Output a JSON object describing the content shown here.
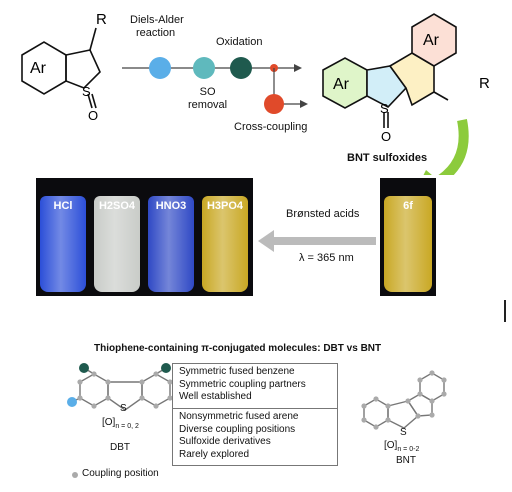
{
  "top": {
    "scheme_steps": {
      "diels_alder_line1": "Diels-Alder",
      "diels_alder_line2": "reaction",
      "oxidation": "Oxidation",
      "so_removal_line1": "SO",
      "so_removal_line2": "removal",
      "cross_coupling": "Cross-coupling"
    },
    "reactant": {
      "ring_label": "Ar",
      "substituent": "R",
      "heteroatom": "S",
      "oxo": "O"
    },
    "product": {
      "ring_label_1": "Ar",
      "ring_label_2": "Ar",
      "substituent": "R",
      "heteroatom": "S",
      "oxo": "O",
      "caption": "BNT sulfoxides"
    },
    "dot_colors": [
      "#5aaee8",
      "#5fb9bd",
      "#1f5a4e",
      "#e04a2a"
    ]
  },
  "vials": {
    "group": [
      {
        "label": "HCl",
        "color": "#2c4fd8"
      },
      {
        "label": "H2SO4",
        "color": "#c9ccc8"
      },
      {
        "label": "HNO3",
        "color": "#2f49c5"
      },
      {
        "label": "H3PO4",
        "color": "#c9a824"
      }
    ],
    "single": {
      "label": "6f",
      "color": "#c9a824"
    },
    "arrow_text_line1": "Brønsted acids",
    "arrow_text_line2": "λ = 365 nm"
  },
  "bottom": {
    "title": "Thiophene-containing π-conjugated molecules: DBT vs BNT",
    "dbt_box": [
      "Symmetric fused benzene",
      "Symmetric coupling partners",
      "Well established"
    ],
    "bnt_box": [
      "Nonsymmetric fused arene",
      "Diverse coupling positions",
      "Sulfoxide derivatives",
      "Rarely explored"
    ],
    "dbt_label": "DBT",
    "dbt_subscript": "n = 0, 2",
    "bnt_label": "BNT",
    "bnt_subscript": "n = 0-2",
    "oxide_label": "[O]",
    "coupling_legend": "Coupling position"
  }
}
